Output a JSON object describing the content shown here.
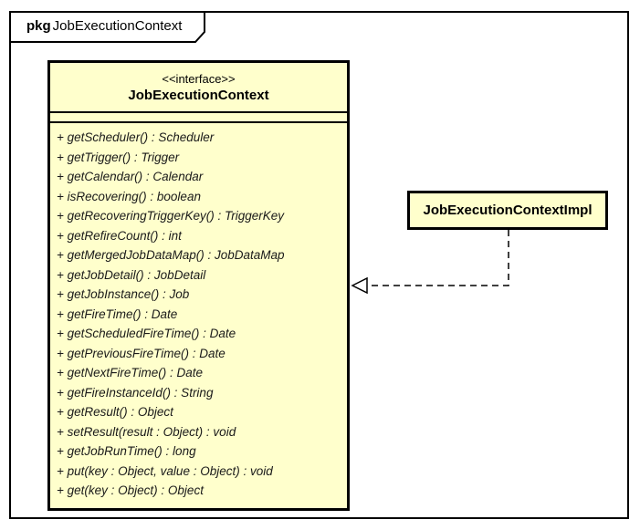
{
  "package": {
    "keyword": "pkg",
    "name": "JobExecutionContext"
  },
  "interface_class": {
    "stereotype": "<<interface>>",
    "name": "JobExecutionContext",
    "attributes": [],
    "methods": [
      "+ getScheduler() : Scheduler",
      "+ getTrigger() : Trigger",
      "+ getCalendar() : Calendar",
      "+ isRecovering() : boolean",
      "+ getRecoveringTriggerKey() : TriggerKey",
      "+ getRefireCount() : int",
      "+ getMergedJobDataMap() : JobDataMap",
      "+ getJobDetail() : JobDetail",
      "+ getJobInstance() : Job",
      "+ getFireTime() : Date",
      "+ getScheduledFireTime() : Date",
      "+ getPreviousFireTime() : Date",
      "+ getNextFireTime() : Date",
      "+ getFireInstanceId() : String",
      "+ getResult() : Object",
      "+ setResult(result : Object) : void",
      "+ getJobRunTime() : long",
      "+ put(key : Object, value : Object) : void",
      "+ get(key : Object) : Object"
    ]
  },
  "impl_class": {
    "name": "JobExecutionContextImpl"
  },
  "relationship": {
    "type": "realization",
    "from": "JobExecutionContextImpl",
    "to": "JobExecutionContext"
  },
  "colors": {
    "class_fill": "#FFFFCC",
    "border": "#000000",
    "background": "#FFFFFF"
  }
}
